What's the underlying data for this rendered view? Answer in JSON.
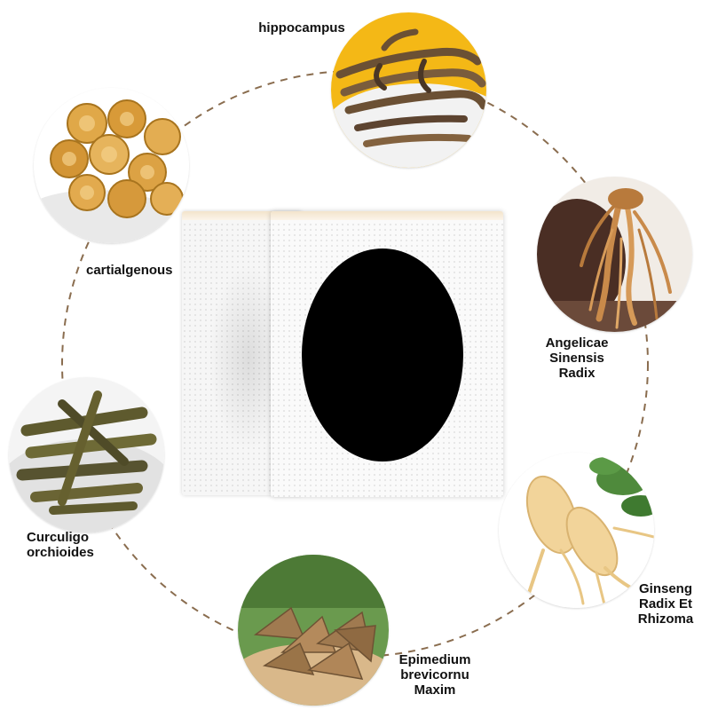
{
  "ingredients": [
    {
      "name": "hippocampus",
      "icon": "seahorse-icon"
    },
    {
      "name": "cartialgenous",
      "icon": "sliced-root-icon"
    },
    {
      "name": "Angelicae\nSinensis\nRadix",
      "icon": "angelica-root-icon"
    },
    {
      "name": "Curculigo\norchioides",
      "icon": "curculigo-root-icon"
    },
    {
      "name": "Ginseng\nRadix Et\nRhizoma",
      "icon": "ginseng-root-icon"
    },
    {
      "name": "Epimedium\nbrevicornu\nMaxim",
      "icon": "epimedium-leaf-icon"
    }
  ],
  "colors": {
    "ring_dash": "#8a6d4f",
    "pad": "#000000",
    "patch": "#fafafa"
  }
}
